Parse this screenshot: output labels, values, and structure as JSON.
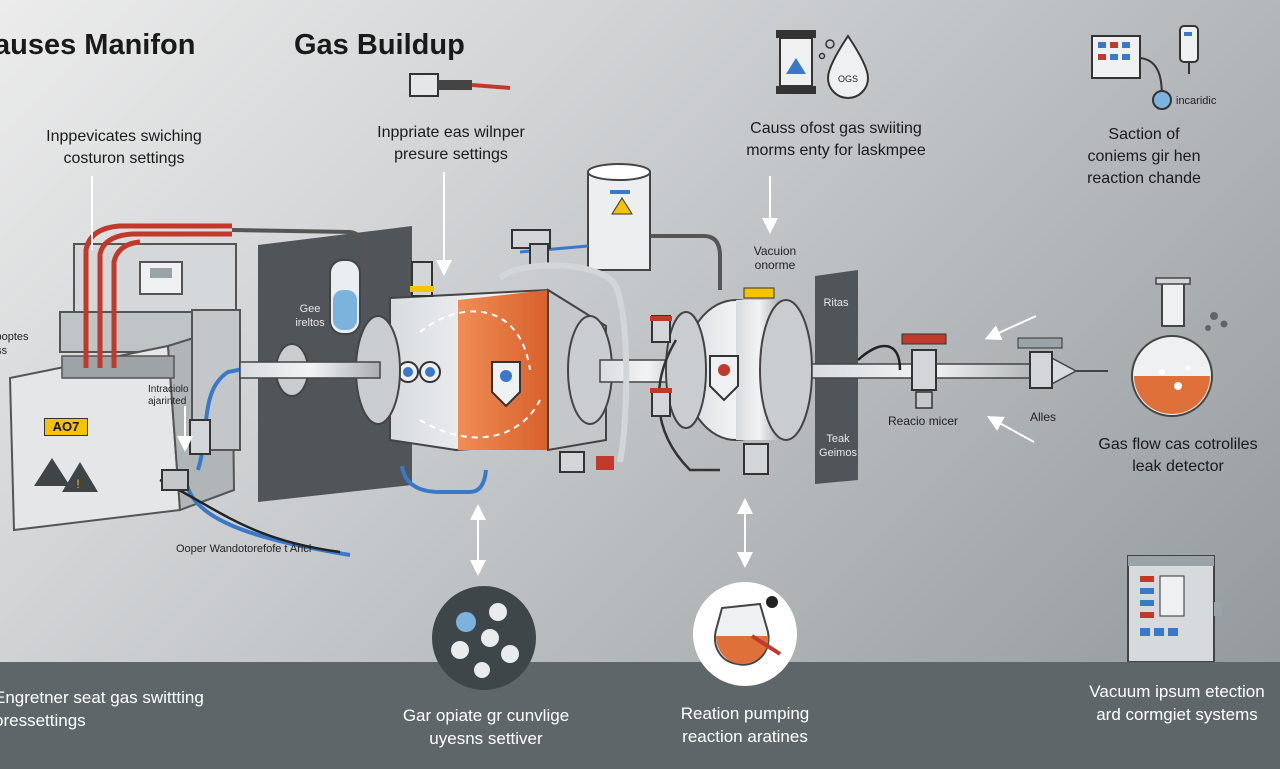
{
  "headings": {
    "left": "auses Manifon",
    "right": "Gas Buildup"
  },
  "callouts": {
    "switching": [
      "Inppevicates swiching",
      "costuron settings"
    ],
    "pressure": [
      "Inppriate eas wilnper",
      "presure settings"
    ],
    "causes": [
      "Causs ofost gas swiiting",
      "morms enty for laskmpee"
    ],
    "section": [
      "Saction of",
      "coniems gir hen",
      "reaction chande"
    ],
    "vacuation": [
      "Vacuion",
      "onorme"
    ],
    "gas_flow": [
      "Gas flow cas cotroliles",
      "leak detector"
    ],
    "indicator": "incaridic",
    "reaction_meter": "Reacio micer",
    "alles": "Alles",
    "operator": "Ooper Wandotorefofe t Aricl",
    "boptes": [
      "sboptes",
      "oss"
    ],
    "intake": [
      "Intraciolo",
      "ajarinted"
    ],
    "gas_panel": [
      "Gee",
      "ireltos"
    ],
    "rear_panel": [
      "Ritas"
    ],
    "leak_panel": [
      "Teak",
      "Geimos"
    ],
    "gauge_label": "OGS"
  },
  "badge_label": "AO7",
  "bottom_labels": {
    "left": [
      "Engretner seat gas swittting",
      "oressettings"
    ],
    "mid_left": [
      "Gar opiate gr cunvlige",
      "uyesns settiver"
    ],
    "mid_right": [
      "Reation pumping",
      "reaction aratines"
    ],
    "right": [
      "Vacuum ipsum etection",
      "ard cormgiet systems"
    ]
  },
  "colors": {
    "background_light": "#ececec",
    "background_dark": "#8f9599",
    "bottom_bar": "#5f6669",
    "accent_orange": "#e0703a",
    "pipe_red": "#c0392b",
    "pipe_blue": "#3a78c9",
    "steel": "#b9bec2",
    "panel_dark": "#4f5558",
    "warning_yellow": "#f4c400"
  },
  "icons": [
    "hourglass-icon",
    "droplet-icon",
    "control-panel-icon",
    "sensor-probe-icon",
    "flask-icon",
    "gauge-dial-icon",
    "reaction-flask-icon",
    "vacuum-cabinet-icon",
    "valve-icon",
    "warning-icon"
  ]
}
